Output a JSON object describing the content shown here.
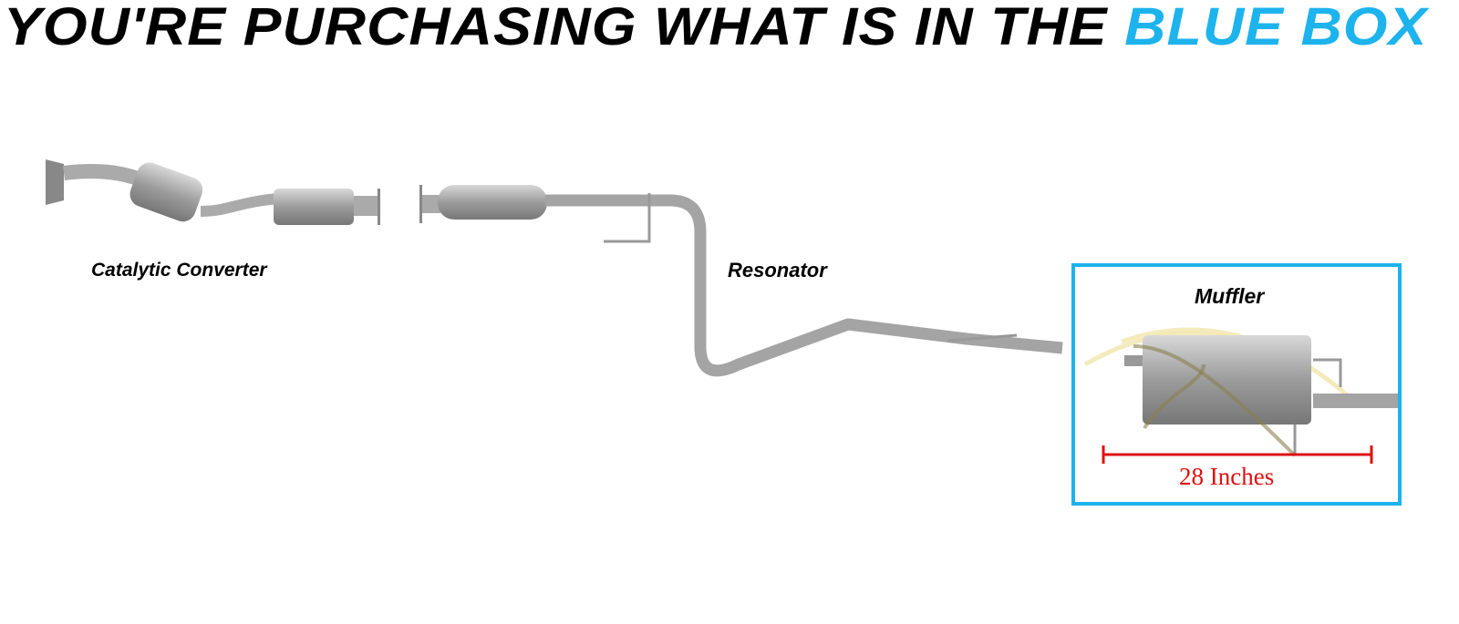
{
  "header": {
    "title_prefix": "YOU'RE PURCHASING WHAT IS IN THE",
    "title_highlight": "BLUE BOX"
  },
  "labels": {
    "catalytic_converter": "Catalytic Converter",
    "resonator": "Resonator",
    "muffler": "Muffler"
  },
  "dimension": {
    "label": "28 Inches"
  },
  "colors": {
    "highlight": "#1db3ec",
    "dimension": "#e01010",
    "pipe": "#a9a9a9"
  }
}
